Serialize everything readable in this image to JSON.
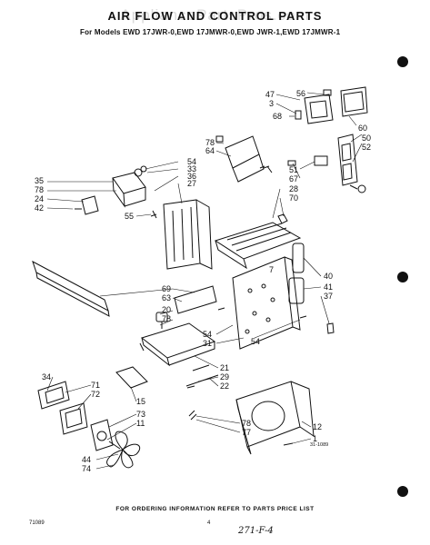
{
  "watermark": "AppliancePartsPros.com",
  "title": "AIR FLOW AND CONTROL PARTS",
  "models": "For Models EWD 17JWR-0,EWD 17JMWR-0,EWD JWR-1,EWD 17JMWR-1",
  "drawing_code": "31-1089",
  "footer_order": "FOR ORDERING INFORMATION REFER TO PARTS PRICE LIST",
  "footer_left": "71089",
  "page_number": "4",
  "handwriting": "271-F-4",
  "part_numbers": [
    "47",
    "56",
    "3",
    "68",
    "60",
    "50",
    "52",
    "51",
    "67",
    "28",
    "70",
    "78",
    "64",
    "54",
    "33",
    "36",
    "27",
    "35",
    "78",
    "24",
    "42",
    "55",
    "69",
    "63",
    "20",
    "78",
    "40",
    "41",
    "37",
    "7",
    "54",
    "31",
    "54",
    "21",
    "29",
    "22",
    "34",
    "71",
    "72",
    "15",
    "73",
    "11",
    "44",
    "74",
    "78",
    "77",
    "12",
    "1"
  ]
}
